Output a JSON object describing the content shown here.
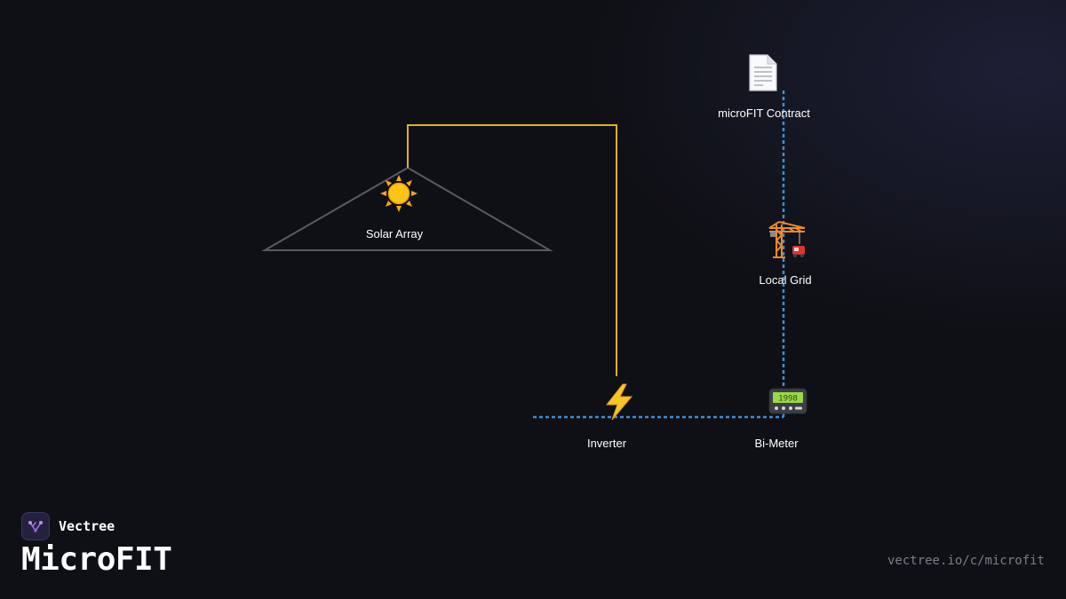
{
  "diagram": {
    "nodes": {
      "solar_array": {
        "label": "Solar Array",
        "icon": "sun-icon"
      },
      "inverter": {
        "label": "Inverter",
        "icon": "lightning-bolt-icon"
      },
      "bi_meter": {
        "label": "Bi-Meter",
        "icon": "meter-icon"
      },
      "local_grid": {
        "label": "Local Grid",
        "icon": "construction-crane-icon"
      },
      "contract": {
        "label": "microFIT Contract",
        "icon": "document-icon"
      }
    },
    "colors": {
      "dc_line": "#e0b020",
      "grid_line": "#3a8fd8",
      "roof_outline": "#5a5a60"
    }
  },
  "branding": {
    "brand_name": "Vectree",
    "title": "MicroFIT",
    "url": "vectree.io/c/microfit"
  }
}
